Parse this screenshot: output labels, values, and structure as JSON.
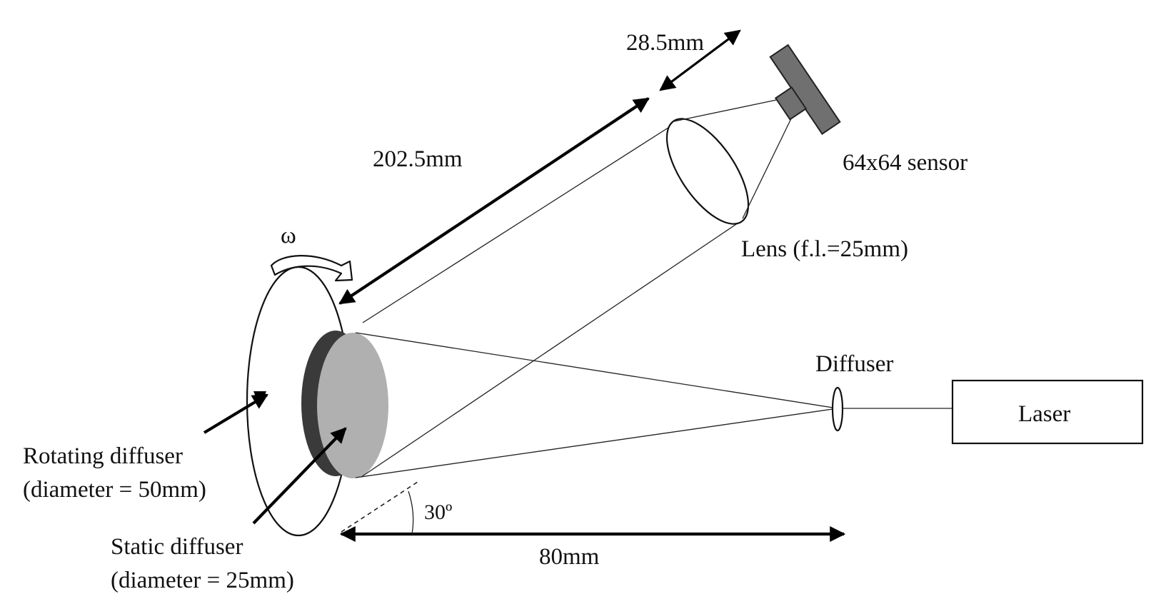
{
  "labels": {
    "dim_28_5": "28.5mm",
    "dim_202_5": "202.5mm",
    "sensor": "64x64 sensor",
    "lens": "Lens (f.l.=25mm)",
    "omega": "ω",
    "diffuser": "Diffuser",
    "laser": "Laser",
    "rotating_line1": "Rotating diffuser",
    "rotating_line2": "(diameter = 50mm)",
    "static_line1": "Static diffuser",
    "static_line2": "(diameter = 25mm)",
    "angle": "30º",
    "dim_80": "80mm"
  },
  "colors": {
    "static_disk_face": "#b0b0b0",
    "static_disk_edge": "#3a3a3a",
    "sensor_body": "#707070",
    "line": "#111111"
  }
}
